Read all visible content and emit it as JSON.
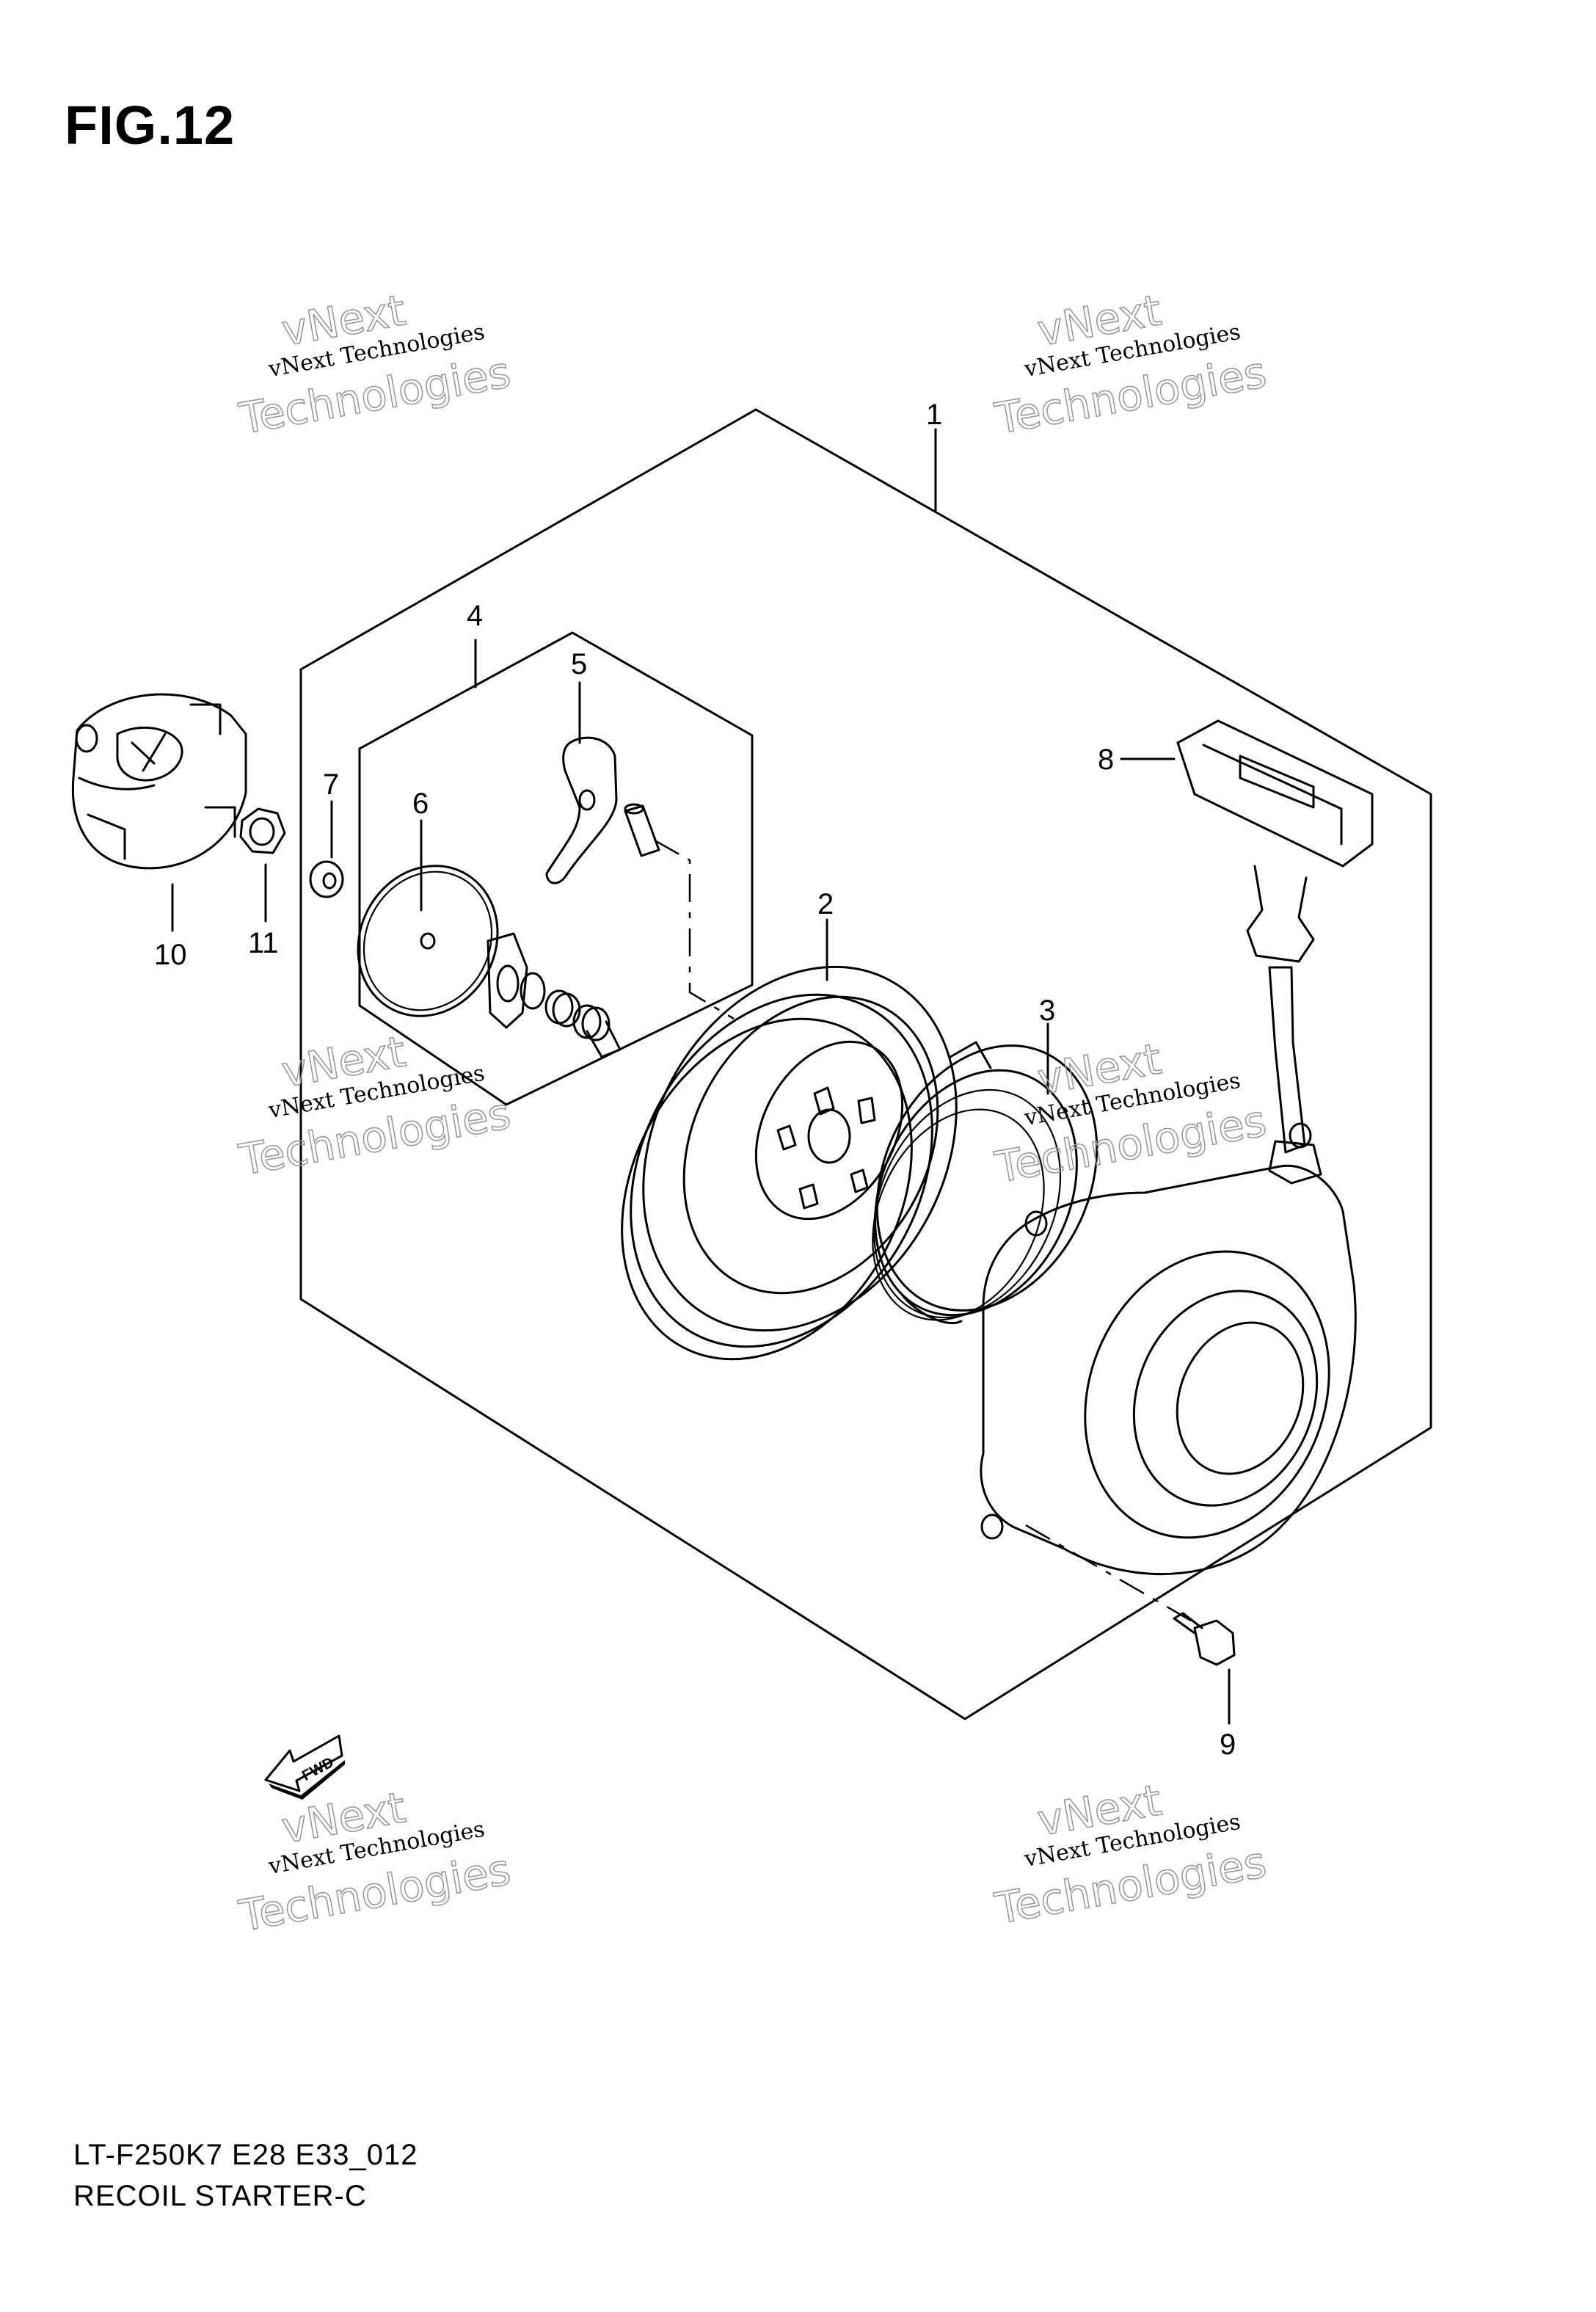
{
  "figure": {
    "title": "FIG.12"
  },
  "footer": {
    "code": "LT-F250K7 E28 E33_012",
    "name": "RECOIL STARTER-C"
  },
  "callouts": [
    {
      "id": "1",
      "label": "1"
    },
    {
      "id": "2",
      "label": "2"
    },
    {
      "id": "3",
      "label": "3"
    },
    {
      "id": "4",
      "label": "4"
    },
    {
      "id": "5",
      "label": "5"
    },
    {
      "id": "6",
      "label": "6"
    },
    {
      "id": "7",
      "label": "7"
    },
    {
      "id": "8",
      "label": "8"
    },
    {
      "id": "9",
      "label": "9"
    },
    {
      "id": "10",
      "label": "10"
    },
    {
      "id": "11",
      "label": "11"
    }
  ],
  "fwd_label": "FWD",
  "watermark": {
    "top": "vNext",
    "middle": "vNext Technologies",
    "bottom": "Technologies"
  }
}
